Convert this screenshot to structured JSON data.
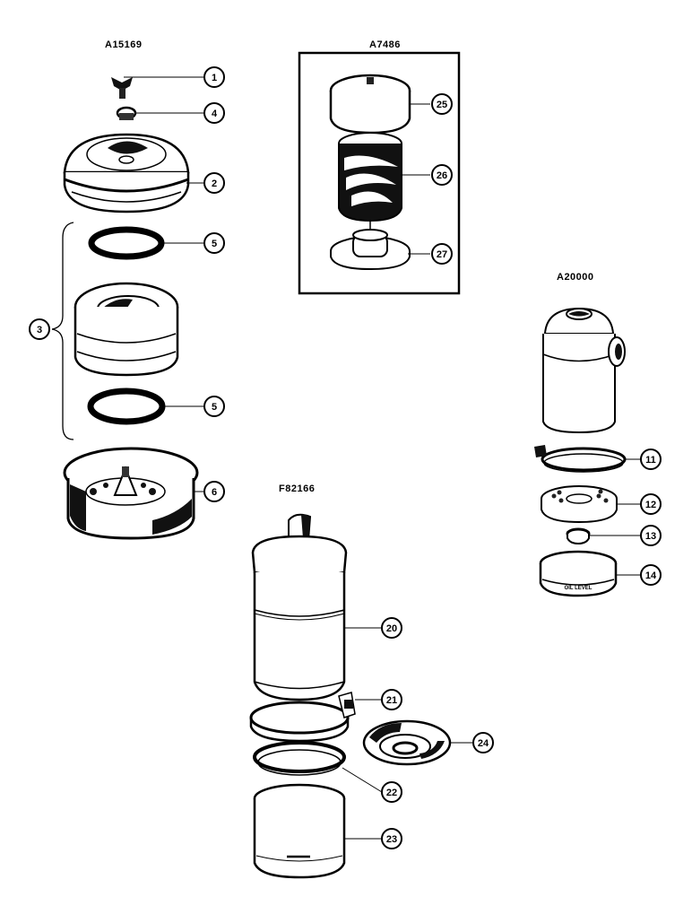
{
  "assemblies": {
    "a15169": {
      "label": "A15169"
    },
    "a7486": {
      "label": "A7486"
    },
    "a20000": {
      "label": "A20000"
    },
    "f82166": {
      "label": "F82166"
    }
  },
  "callouts": {
    "c1": "1",
    "c2": "2",
    "c3": "3",
    "c4": "4",
    "c5a": "5",
    "c5b": "5",
    "c6": "6",
    "c11": "11",
    "c12": "12",
    "c13": "13",
    "c14": "14",
    "c20": "20",
    "c21": "21",
    "c22": "22",
    "c23": "23",
    "c24": "24",
    "c25": "25",
    "c26": "26",
    "c27": "27"
  },
  "part_text": {
    "oil_level": "OIL LEVEL"
  }
}
